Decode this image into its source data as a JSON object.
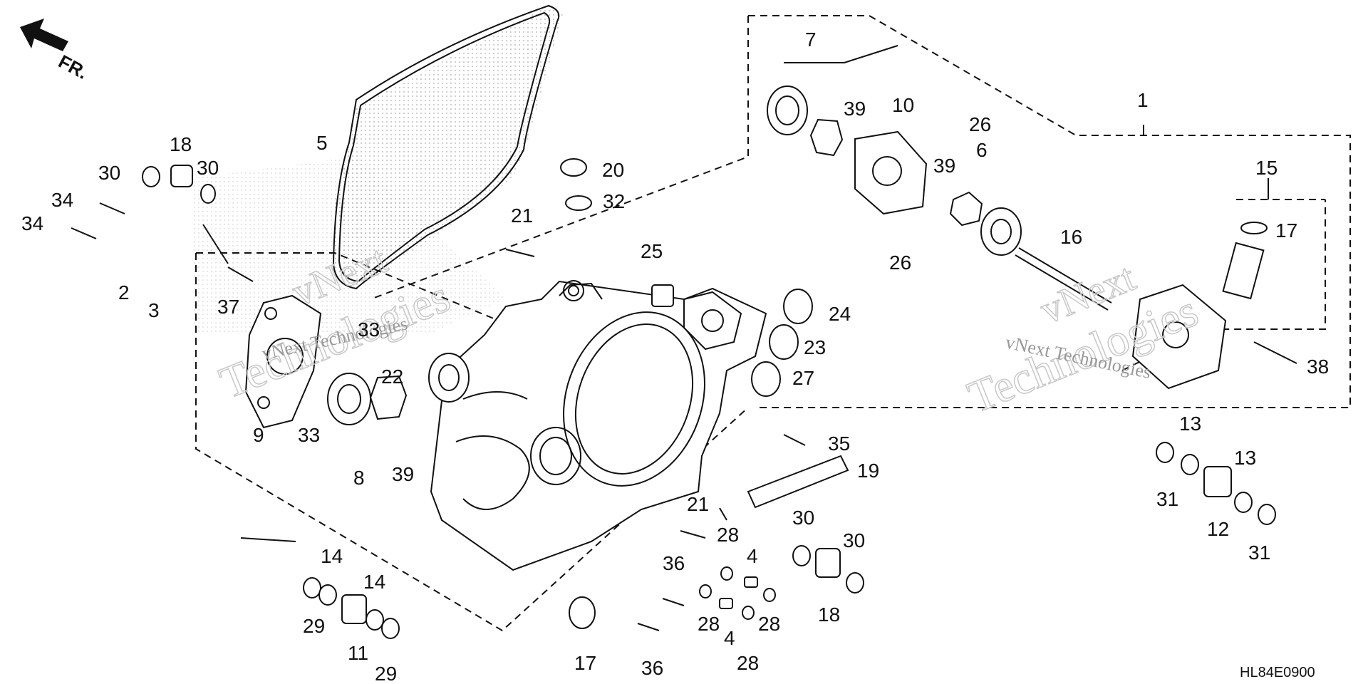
{
  "diagram": {
    "front_label": "FR.",
    "diagram_code": "HL84E0900",
    "watermark_name": "vNext Technologies",
    "watermark_word": "Technologies",
    "watermark_brand": "vNext",
    "callouts": [
      "1",
      "2",
      "3",
      "4",
      "4",
      "5",
      "6",
      "7",
      "8",
      "9",
      "10",
      "11",
      "12",
      "13",
      "13",
      "14",
      "14",
      "15",
      "16",
      "17",
      "17",
      "18",
      "18",
      "19",
      "20",
      "21",
      "21",
      "22",
      "23",
      "24",
      "25",
      "26",
      "26",
      "27",
      "28",
      "28",
      "28",
      "28",
      "29",
      "29",
      "30",
      "30",
      "30",
      "30",
      "31",
      "31",
      "32",
      "33",
      "33",
      "34",
      "34",
      "35",
      "36",
      "36",
      "37",
      "38",
      "39",
      "39",
      "39"
    ]
  }
}
